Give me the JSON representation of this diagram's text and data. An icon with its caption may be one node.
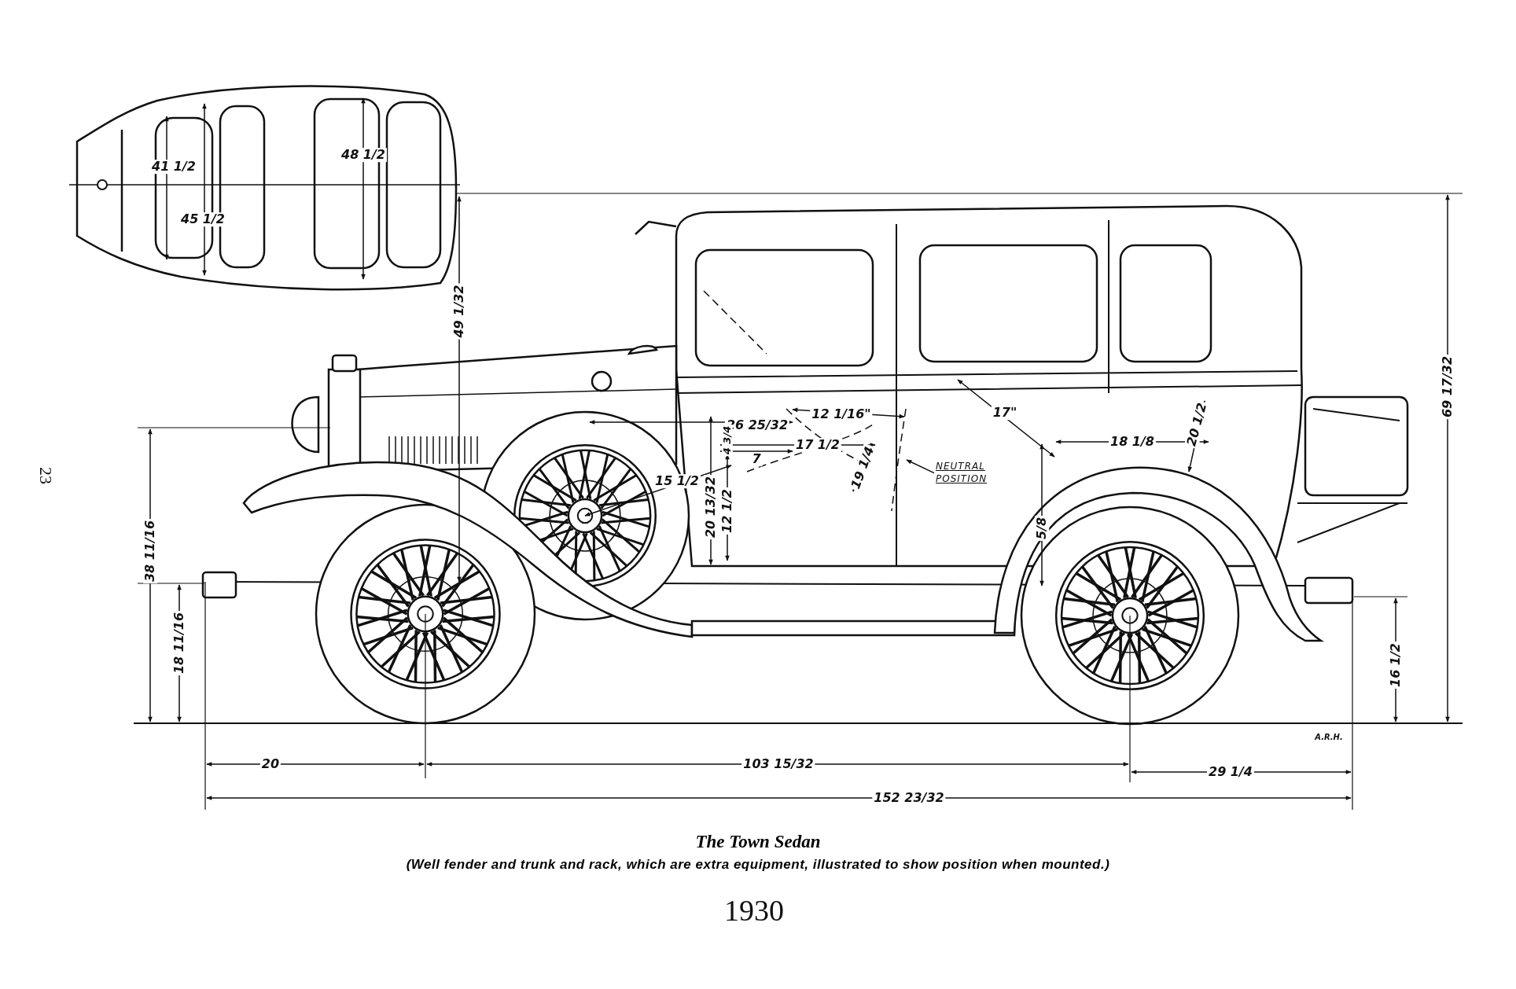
{
  "diagram": {
    "title": "The Town Sedan",
    "caption": "(Well fender and trunk and rack, which are extra equipment, illustrated to show position when mounted.)",
    "nodes": [
      {
        "text": [
          "NEUTRAL POSITION"
        ]
      },
      {
        "text": [],
        "shape": "picture"
      }
    ],
    "edges": [
      {
        "from": 0,
        "to": 1,
        "arrow": "to"
      }
    ],
    "labels": [
      "23",
      "41 1/2",
      "48 1/2",
      "45 1/2",
      "49 1/32",
      "69 17/32",
      "26 25/32",
      "12 1/16\"",
      "17\"",
      "4 3/4",
      "7",
      "17 1/2",
      "19 1/4",
      "15 1/2",
      "20 13/32",
      "12 1/2",
      "18 1/8",
      "20 1/2",
      "5/8",
      "38 11/16",
      "18 11/16",
      "16 1/2",
      "A.R.H.",
      "20",
      "103 15/32",
      "29 1/4",
      "152 23/32",
      "1930"
    ]
  }
}
